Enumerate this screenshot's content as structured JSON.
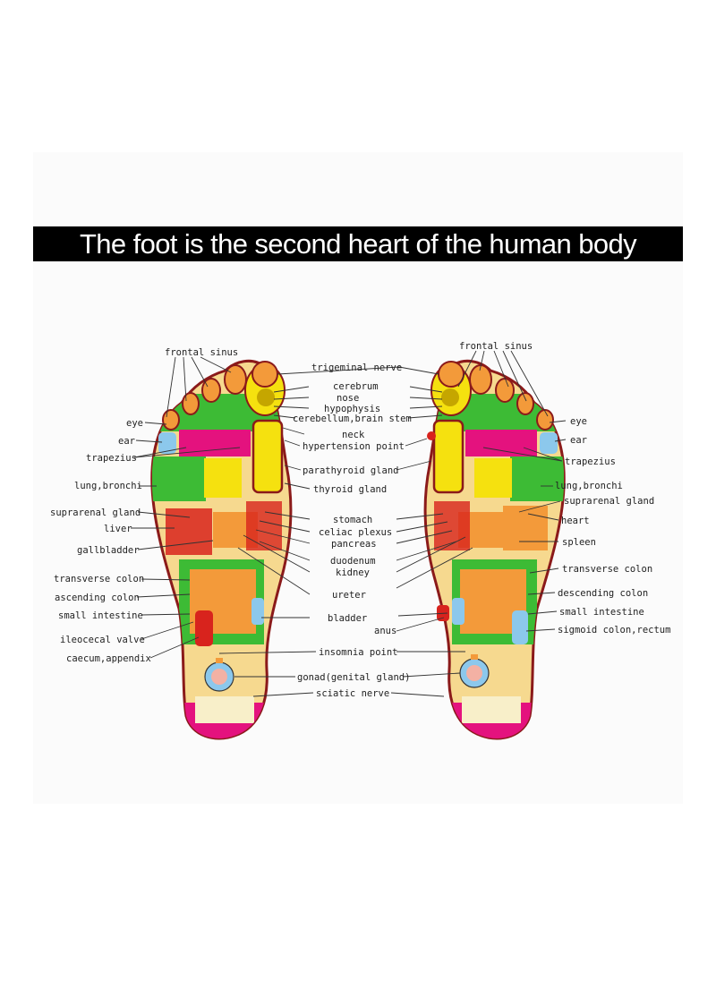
{
  "title": "The foot is the second heart of the human body",
  "colors": {
    "skin": "#f6d98f",
    "yellow": "#f5e10f",
    "green": "#3dbb35",
    "magenta": "#e4127e",
    "orange": "#f39a3a",
    "blue": "#8cc8ec",
    "outline": "#8b1a1a",
    "red": "#d8231d"
  },
  "labels": {
    "frontal_sinus": "frontal sinus",
    "trigeminal_nerve": "trigeminal nerve",
    "cerebrum": "cerebrum",
    "nose": "nose",
    "hypophysis": "hypophysis",
    "cerebellum": "cerebellum,brain stem",
    "neck": "neck",
    "hypertension_point": "hypertension point",
    "parathyroid_gland": "parathyroid gland",
    "thyroid_gland": "thyroid gland",
    "eye": "eye",
    "ear": "ear",
    "trapezius": "trapezius",
    "lung_bronchi": "lung,bronchi",
    "suprarenal_gland": "suprarenal gland",
    "liver": "liver",
    "gallbladder": "gallbladder",
    "heart": "heart",
    "spleen": "spleen",
    "stomach": "stomach",
    "celiac_plexus": "celiac plexus",
    "pancreas": "pancreas",
    "duodenum": "duodenum",
    "kidney": "kidney",
    "ureter": "ureter",
    "bladder": "bladder",
    "transverse_colon": "transverse colon",
    "ascending_colon": "ascending colon",
    "descending_colon": "descending colon",
    "small_intestine": "small intestine",
    "ileocecal_valve": "ileocecal valve",
    "caecum_appendix": "caecum,appendix",
    "anus": "anus",
    "sigmoid_colon": "sigmoid colon,rectum",
    "insomnia_point": "insomnia point",
    "gonad": "gonad(genital gland)",
    "sciatic_nerve": "sciatic nerve"
  }
}
